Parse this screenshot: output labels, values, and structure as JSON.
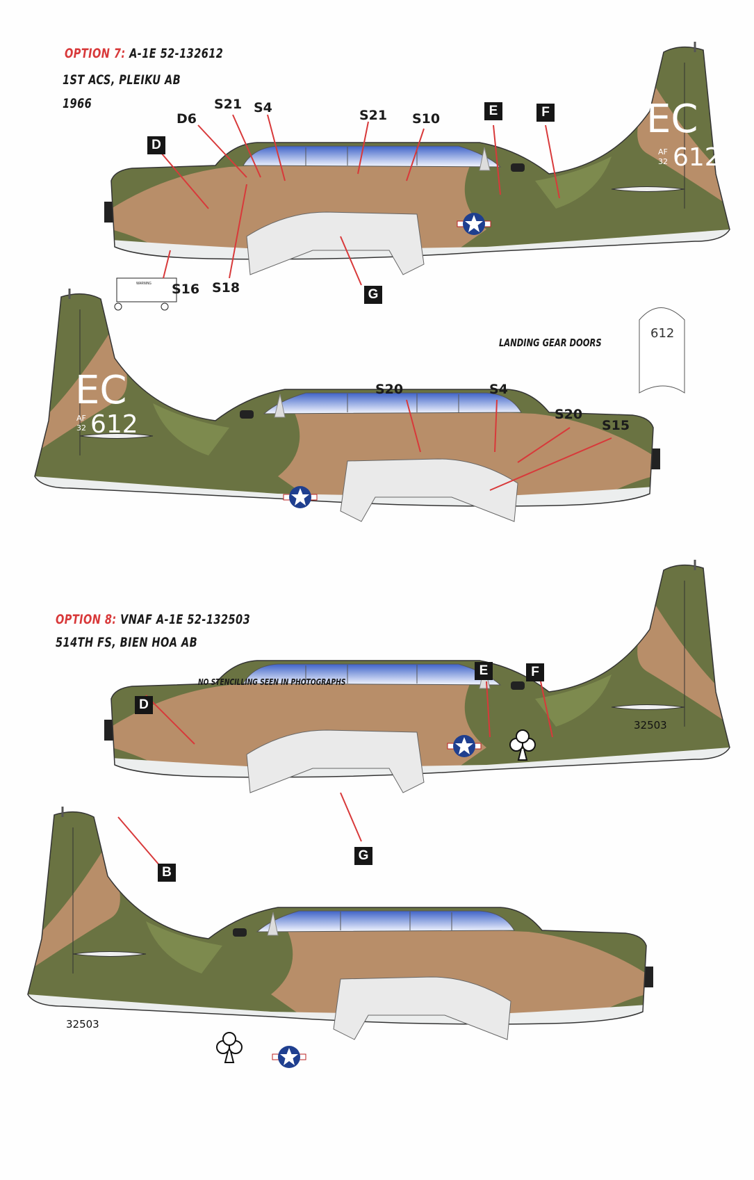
{
  "option7": {
    "label": "OPTION 7:",
    "aircraft": "A-1E  52-132612",
    "unit": "1ST ACS, PLEIKU AB",
    "year": "1966",
    "tail_code": "EC",
    "tail_number": "612",
    "tail_prefix_top": "AF",
    "tail_prefix_bottom": "32",
    "gear_door_label": "LANDING GEAR DOORS",
    "gear_door_number": "612",
    "callouts_left": [
      "D6",
      "S21",
      "S4",
      "S21",
      "S10",
      "S16",
      "S18"
    ],
    "callouts_right": [
      "S20",
      "S4",
      "S20",
      "S15"
    ],
    "boxes_left": [
      "D",
      "E",
      "F",
      "G"
    ],
    "stencil_title": "WARNING"
  },
  "option8": {
    "label": "OPTION 8:",
    "aircraft": "VNAF A-1E  52-132503",
    "unit": "514TH FS, BIEN HOA AB",
    "note": "NO STENCILLING SEEN IN PHOTOGRAPHS",
    "tail_number": "32503",
    "boxes": [
      "D",
      "E",
      "F",
      "G",
      "B"
    ]
  },
  "colors": {
    "green": "#6a7342",
    "tan": "#b88e69",
    "white": "#eceeee",
    "red": "#d8393a",
    "blue": "#1f3f8f"
  }
}
